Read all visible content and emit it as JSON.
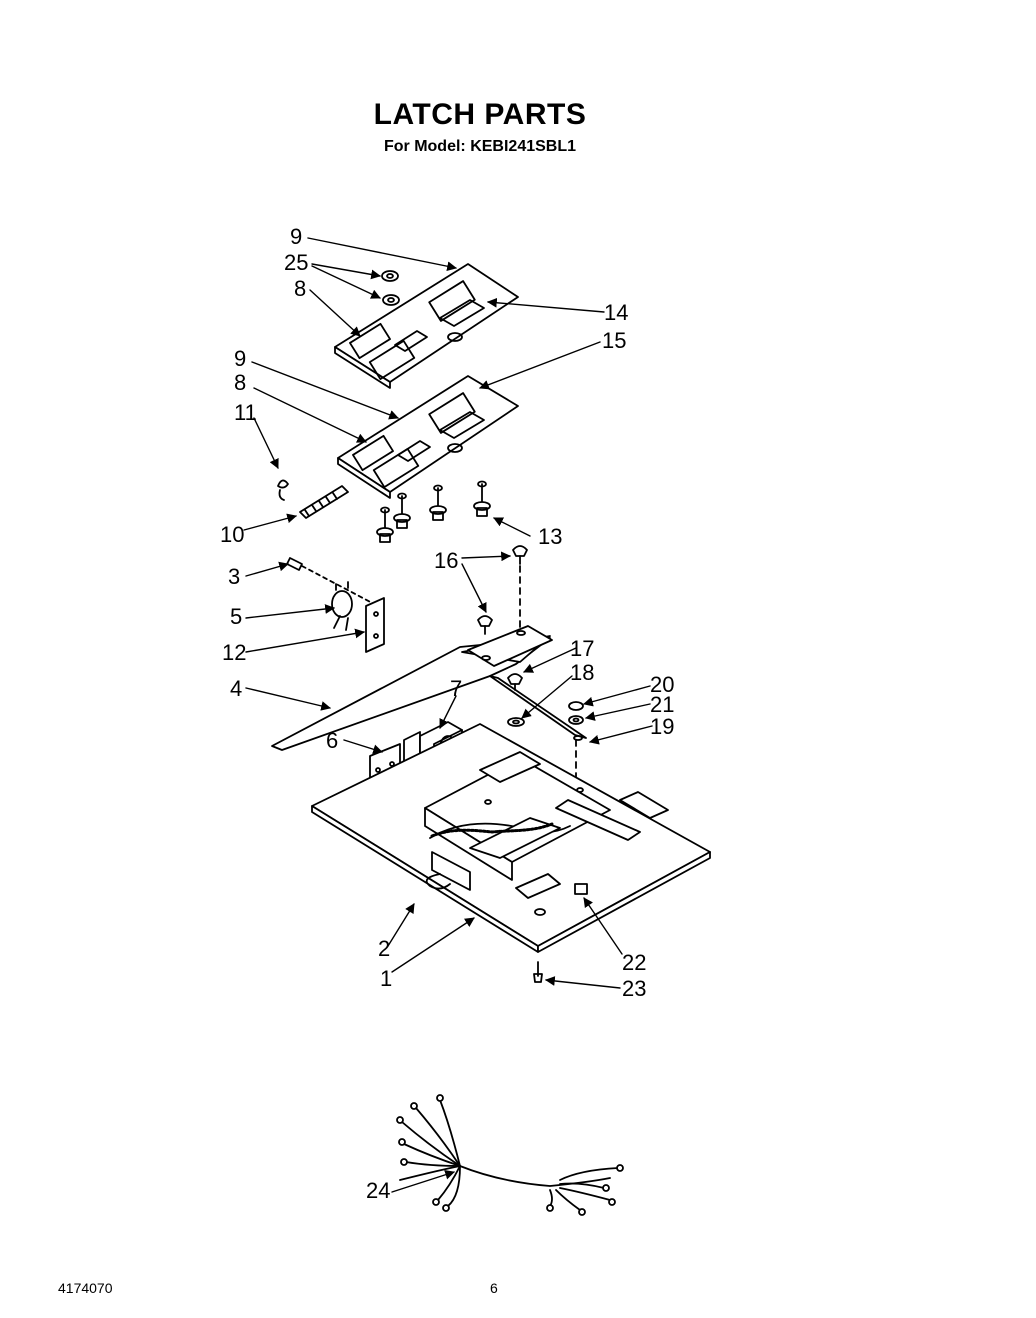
{
  "header": {
    "title": "LATCH PARTS",
    "subtitle": "For Model: KEBI241SBL1"
  },
  "callouts": [
    "9",
    "25",
    "8",
    "14",
    "15",
    "9",
    "8",
    "11",
    "10",
    "13",
    "16",
    "3",
    "5",
    "12",
    "17",
    "18",
    "20",
    "21",
    "19",
    "4",
    "7",
    "6",
    "2",
    "1",
    "22",
    "23",
    "24"
  ],
  "footer": {
    "doc_number": "4174070",
    "page_number": "6"
  }
}
